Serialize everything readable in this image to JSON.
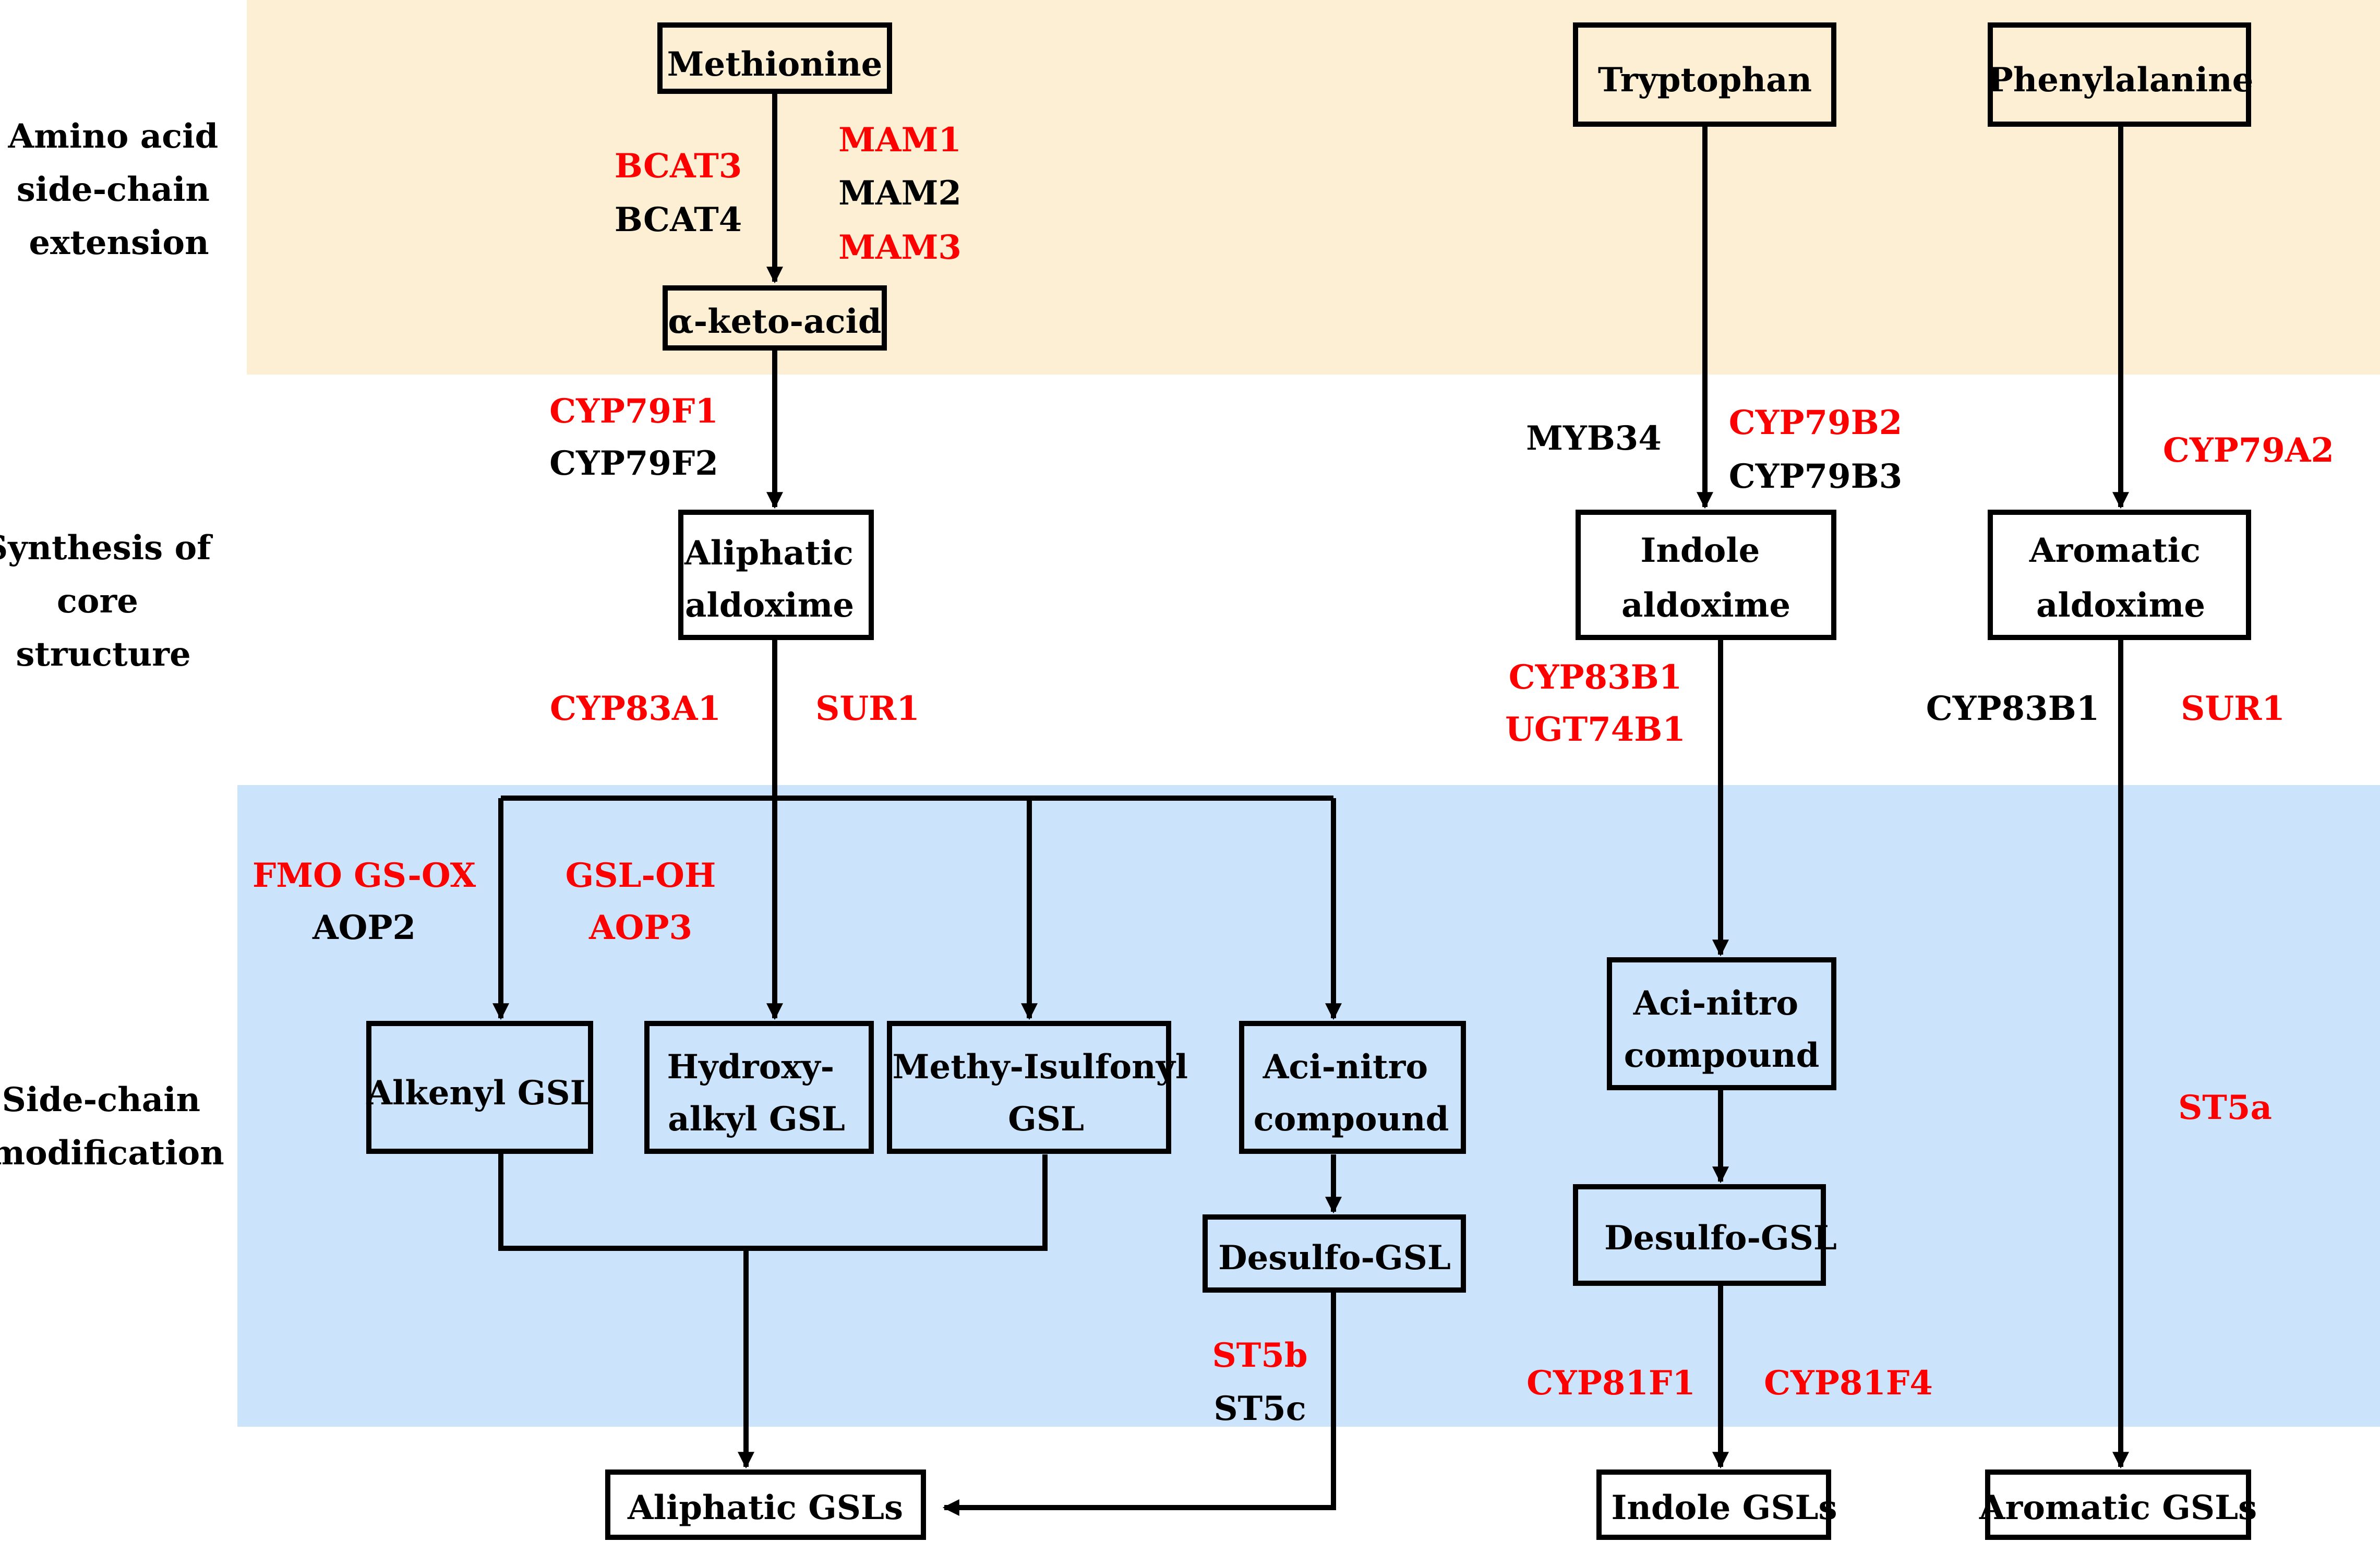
{
  "colors": {
    "band_extension": "#fdefd3",
    "band_modification": "#cce4fb",
    "highlight_enzyme": "#ff0000",
    "normal_enzyme": "#000000"
  },
  "stages": {
    "extension": [
      "Amino acid",
      "side-chain",
      "extension"
    ],
    "core": [
      "Synthesis of",
      "core",
      "structure"
    ],
    "modification": [
      "Side-chain",
      "modification"
    ]
  },
  "nodes": {
    "methionine": [
      "Methionine"
    ],
    "keto_acid": [
      "α-keto-acid"
    ],
    "aliphatic_aldoxime": [
      "Aliphatic",
      "aldoxime"
    ],
    "alkenyl": [
      "Alkenyl GSL"
    ],
    "hydroxyalkyl": [
      "Hydroxy-",
      "alkyl GSL"
    ],
    "methylsulfonyl": [
      "Methy-Isulfonyl",
      "GSL"
    ],
    "acinitro_aliphatic": [
      "Aci-nitro",
      "compound"
    ],
    "desulfo_aliphatic": [
      "Desulfo-GSL"
    ],
    "aliphatic_gsls": [
      "Aliphatic GSLs"
    ],
    "tryptophan": [
      "Tryptophan"
    ],
    "indole_aldoxime": [
      "Indole",
      "aldoxime"
    ],
    "acinitro_indole": [
      "Aci-nitro",
      "compound"
    ],
    "desulfo_indole": [
      "Desulfo-GSL"
    ],
    "indole_gsls": [
      "Indole GSLs"
    ],
    "phenylalanine": [
      "Phenylalanine"
    ],
    "aromatic_aldoxime": [
      "Aromatic",
      "aldoxime"
    ],
    "aromatic_gsls": [
      "Aromatic  GSLs"
    ]
  },
  "enzymes": {
    "bcat3": {
      "label": "BCAT3",
      "highlight": true
    },
    "bcat4": {
      "label": "BCAT4",
      "highlight": false
    },
    "mam1": {
      "label": "MAM1",
      "highlight": true
    },
    "mam2": {
      "label": "MAM2",
      "highlight": false
    },
    "mam3": {
      "label": "MAM3",
      "highlight": true
    },
    "cyp79f1": {
      "label": "CYP79F1",
      "highlight": true
    },
    "cyp79f2": {
      "label": "CYP79F2",
      "highlight": false
    },
    "cyp83a1": {
      "label": "CYP83A1",
      "highlight": true
    },
    "sur1_aliphatic": {
      "label": "SUR1",
      "highlight": true
    },
    "fmo_gsox": {
      "label": "FMO GS-OX",
      "highlight": true
    },
    "aop2": {
      "label": "AOP2",
      "highlight": false
    },
    "gsl_oh": {
      "label": "GSL-OH",
      "highlight": true
    },
    "aop3": {
      "label": "AOP3",
      "highlight": true
    },
    "st5b": {
      "label": "ST5b",
      "highlight": true
    },
    "st5c": {
      "label": "ST5c",
      "highlight": false
    },
    "myb34": {
      "label": "MYB34",
      "highlight": false
    },
    "cyp79b2": {
      "label": "CYP79B2",
      "highlight": true
    },
    "cyp79b3": {
      "label": "CYP79B3",
      "highlight": false
    },
    "cyp83b1_indole": {
      "label": "CYP83B1",
      "highlight": true
    },
    "ugt74b1": {
      "label": "UGT74B1",
      "highlight": true
    },
    "cyp81f1": {
      "label": "CYP81F1",
      "highlight": true
    },
    "cyp81f4": {
      "label": "CYP81F4",
      "highlight": true
    },
    "cyp79a2": {
      "label": "CYP79A2",
      "highlight": true
    },
    "cyp83b1_aromatic": {
      "label": "CYP83B1",
      "highlight": false
    },
    "sur1_aromatic": {
      "label": "SUR1",
      "highlight": true
    },
    "st5a": {
      "label": "ST5a",
      "highlight": true
    }
  }
}
